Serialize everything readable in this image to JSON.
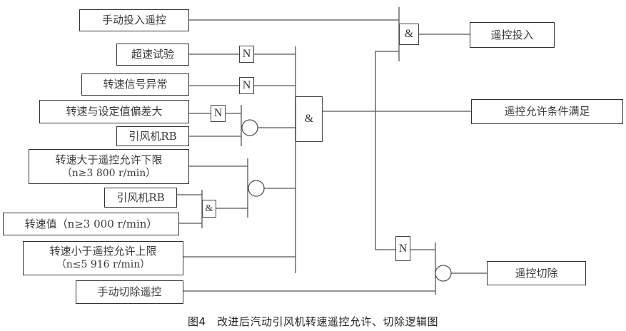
{
  "inputs": {
    "manual_enable": "手动投入遥控",
    "overspeed_test": "超速试验",
    "speed_signal_fault": "转速信号异常",
    "speed_setpoint_deviation": "转速与设定值偏差大",
    "idf_rb_1": "引风机RB",
    "speed_above_lower_limit": {
      "line1": "转速大于遥控允许下限",
      "line2": "（n≥3 800 r/min）"
    },
    "idf_rb_2": "引风机RB",
    "speed_value": "转速值（n≥3 000 r/min）",
    "speed_below_upper_limit": {
      "line1": "转速小于遥控允许上限",
      "line2": "（n≤5 916 r/min）"
    },
    "manual_disable": "手动切除遥控"
  },
  "outputs": {
    "remote_enabled": "遥控投入",
    "remote_permit_satisfied": "遥控允许条件满足",
    "remote_disabled": "遥控切除"
  },
  "gates": {
    "and_label": "&",
    "not_label": "N"
  },
  "caption": "图4　改进后汽动引风机转速遥控允许、切除逻辑图"
}
